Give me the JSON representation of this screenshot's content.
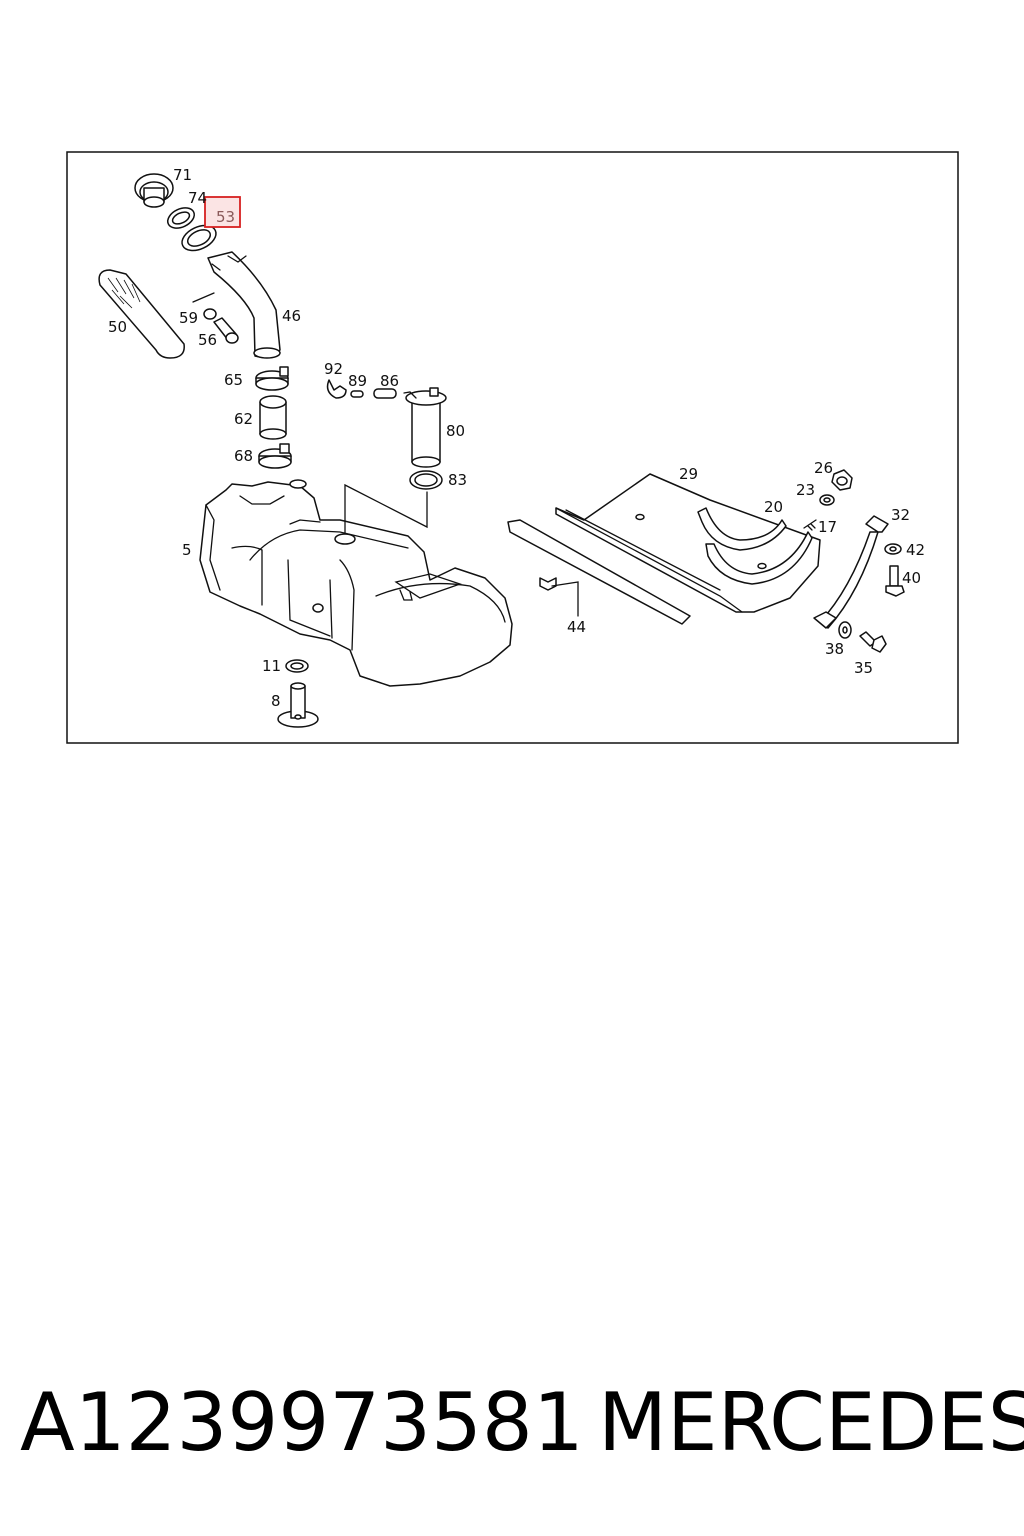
{
  "highlight": {
    "label": "53",
    "color": "#d62020"
  },
  "callouts": {
    "c71": "71",
    "c74": "74",
    "c53": "53",
    "c50": "50",
    "c59": "59",
    "c56": "56",
    "c46": "46",
    "c65": "65",
    "c62": "62",
    "c68": "68",
    "c92": "92",
    "c89": "89",
    "c86": "86",
    "c80": "80",
    "c83": "83",
    "c5": "5",
    "c11": "11",
    "c8": "8",
    "c29": "29",
    "c26": "26",
    "c23": "23",
    "c20": "20",
    "c17": "17",
    "c32": "32",
    "c42": "42",
    "c40": "40",
    "c44": "44",
    "c38": "38",
    "c35": "35"
  },
  "caption": {
    "part_number": "A1239973581",
    "brand": "MERCEDES"
  }
}
